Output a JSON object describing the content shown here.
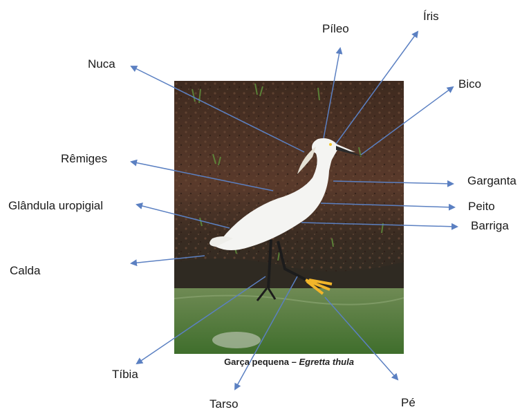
{
  "labels": {
    "nuca": "Nuca",
    "pileo": "Píleo",
    "iris": "Íris",
    "bico": "Bico",
    "remiges": "Rêmiges",
    "garganta": "Garganta",
    "glandula": "Glândula uropigial",
    "peito": "Peito",
    "barriga": "Barriga",
    "calda": "Calda",
    "tibia": "Tíbia",
    "tarso": "Tarso",
    "pe": "Pé"
  },
  "caption": {
    "common_name": "Garça pequena –",
    "scientific_name": "Egretta thula"
  },
  "colors": {
    "arrow": "#5b80c2",
    "egret": "#f4f4f2",
    "soil": "#4a3226",
    "water": "#4f7a3a",
    "feet": "#f2b52a"
  }
}
